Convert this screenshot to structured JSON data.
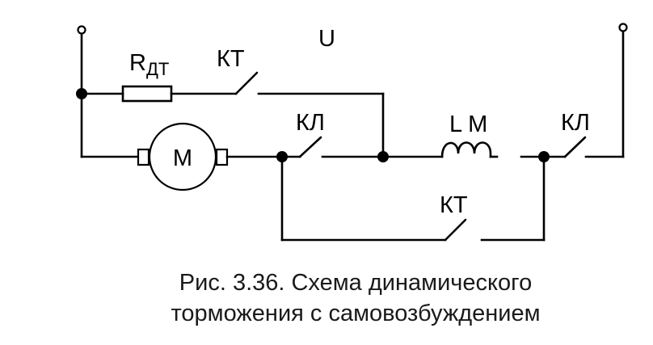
{
  "labels": {
    "supply": "U",
    "resistor_main": "R",
    "resistor_sub": "ДТ",
    "kt_top": "КТ",
    "kl_left": "КЛ",
    "kl_right": "КЛ",
    "kt_bottom": "КТ",
    "inductor": "L M",
    "motor": "М"
  },
  "caption": {
    "line1": "Рис. 3.36.  Схема динамического",
    "line2": "торможения с самовозбуждением"
  }
}
